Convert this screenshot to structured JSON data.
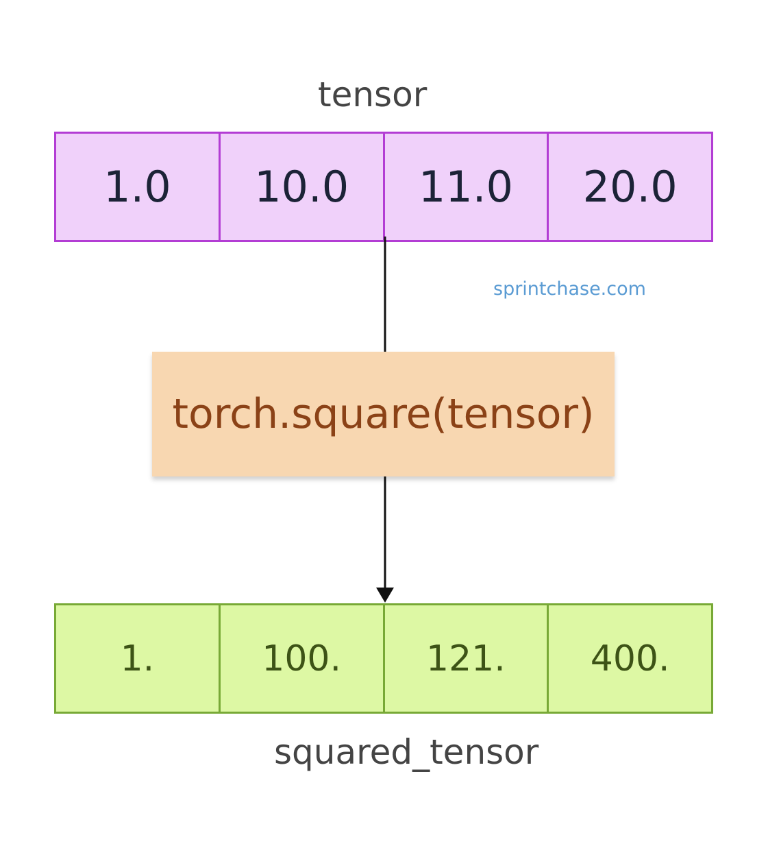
{
  "input": {
    "label": "tensor",
    "values": [
      "1.0",
      "10.0",
      "11.0",
      "20.0"
    ]
  },
  "operation": {
    "label": "torch.square(tensor)"
  },
  "output": {
    "label": "squared_tensor",
    "values": [
      "1.",
      "100.",
      "121.",
      "400."
    ]
  },
  "watermark": "sprintchase.com",
  "colors": {
    "input_fill": "#f0d1fa",
    "input_border": "#b33dd4",
    "operation_fill": "#f8d7b1",
    "operation_text": "#8b4217",
    "output_fill": "#ddf8a4",
    "output_border": "#78a936",
    "watermark": "#5a9bd3",
    "arrow": "#111111"
  }
}
